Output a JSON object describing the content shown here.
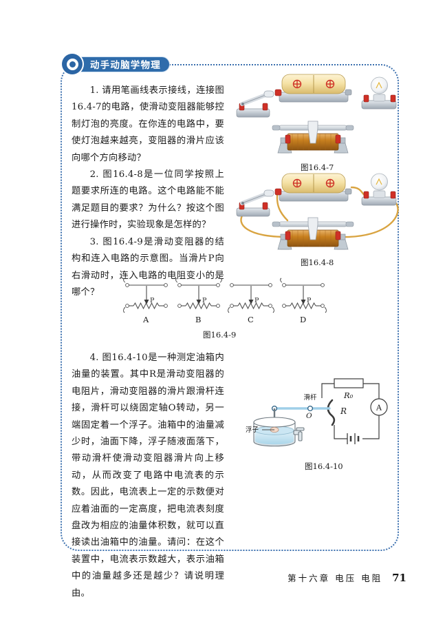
{
  "header": {
    "badge_label": "动手动脑学物理",
    "badge_icon": "target-circle-icon"
  },
  "paragraphs": [
    {
      "id": "para-1",
      "number": "1.",
      "text": "1. 请用笔画线表示接线，连接图16.4-7的电路，使滑动变阻器能够控制灯泡的亮度。在你连的电路中，要使灯泡越来越亮，变阻器的滑片应该向哪个方向移动？"
    },
    {
      "id": "para-2",
      "number": "2.",
      "text": "2. 图16.4-8是一位同学按照上题要求所连的电路。这个电路能不能满足题目的要求？为什么？按这个图进行操作时，实验现象是怎样的？"
    },
    {
      "id": "para-3",
      "number": "3.",
      "text": "3. 图16.4-9是滑动变阻器的结构和连入电路的示意图。当滑片P向右滑动时，连入电路的电阻变小的是哪个？"
    },
    {
      "id": "para-4",
      "number": "4.",
      "text": "4. 图16.4-10是一种测定油箱内油量的装置。其中R是滑动变阻器的电阻片，滑动变阻器的滑片跟滑杆连接，滑杆可以绕固定轴O转动，另一端固定着一个浮子。油箱中的油量减少时，油面下降，浮子随液面落下，带动滑杆使滑动变阻器滑片向上移动，从而改变了电路中电流表的示数。因此，电流表上一定的示数便对应着油面的一定高度，把电流表刻度盘改为相应的油量体积数，就可以直接读出油箱中的油量。请问：在这个装置中，电流表示数越大，表示油箱中的油量越多还是越少？请说明理由。"
    }
  ],
  "figures": {
    "fig_1647": {
      "caption": "图16.4-7",
      "components": [
        "battery-pack",
        "switch",
        "light-bulb",
        "rheostat"
      ],
      "wires_drawn": false
    },
    "fig_1648": {
      "caption": "图16.4-8",
      "components": [
        "battery-pack",
        "switch",
        "light-bulb",
        "rheostat"
      ],
      "wires_drawn": true
    },
    "fig_1649": {
      "caption": "图16.4-9",
      "slider_label": "P",
      "options": [
        {
          "label": "A",
          "top_left": "open",
          "top_right": "closed",
          "bottom_left": "open",
          "bottom_right": "closed"
        },
        {
          "label": "B",
          "top_left": "open",
          "top_right": "open",
          "bottom_left": "closed",
          "bottom_right": "closed"
        },
        {
          "label": "C",
          "top_left": "closed",
          "top_right": "closed",
          "bottom_left": "open",
          "bottom_right": "open"
        },
        {
          "label": "D",
          "top_left": "open",
          "top_right": "closed",
          "bottom_left": "closed",
          "bottom_right": "open"
        }
      ]
    },
    "fig_16410": {
      "caption": "图16.4-10",
      "labels": {
        "fixed_resistor": "R₀",
        "ammeter": "A",
        "rheostat": "R",
        "slide_rod": "滑杆",
        "pivot": "O",
        "float": "浮子"
      }
    }
  },
  "footer": {
    "chapter": "第十六章  电压  电阻",
    "page_number": "71"
  },
  "colors": {
    "accent_blue": "#2f6cab",
    "frame_blue": "#3a6fae",
    "wire_gold": "#d9a441",
    "terminal_red": "#cf3026",
    "battery_yellow": "#f3e0a4",
    "coil_orange": "#c97f2a",
    "liquid_blue": "#bfe0ef",
    "metal_grey": "#c9cfd6"
  }
}
